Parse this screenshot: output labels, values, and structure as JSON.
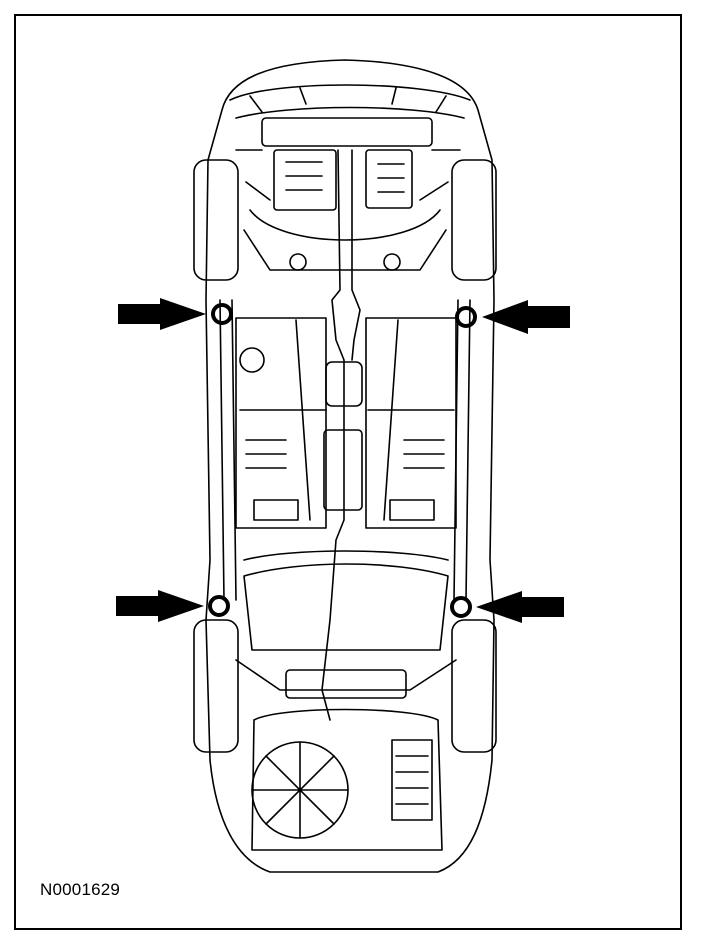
{
  "figure": {
    "id_label": "N0001629",
    "line_color": "#000000",
    "background": "#ffffff"
  },
  "callouts": [
    {
      "name": "front-left-lift-point",
      "arrow_direction": "right"
    },
    {
      "name": "front-right-lift-point",
      "arrow_direction": "left"
    },
    {
      "name": "rear-left-lift-point",
      "arrow_direction": "right"
    },
    {
      "name": "rear-right-lift-point",
      "arrow_direction": "left"
    }
  ]
}
